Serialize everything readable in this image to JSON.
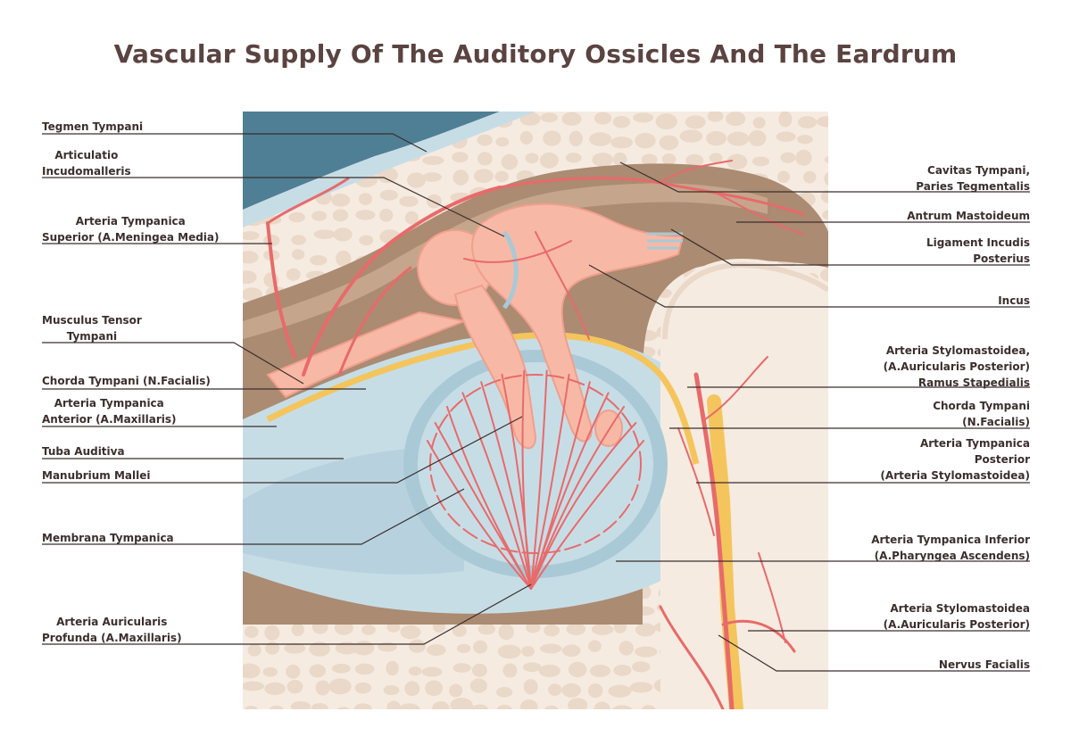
{
  "title": "Vascular Supply Of The Auditory Ossicles And The Eardrum",
  "labels_left": [
    {
      "id": "tegmen-tympani",
      "lines": [
        "Tegmen Tympani"
      ]
    },
    {
      "id": "articulatio-incudomalleris",
      "lines": [
        "Articulatio",
        "Incudomalleris"
      ]
    },
    {
      "id": "arteria-tympanica-superior",
      "lines": [
        "Arteria Tympanica",
        "Superior (A.Meningea Media)"
      ]
    },
    {
      "id": "musculus-tensor-tympani",
      "lines": [
        "Musculus Tensor",
        "Tympani"
      ]
    },
    {
      "id": "chorda-tympani-left",
      "lines": [
        "Chorda Tympani (N.Facialis)"
      ]
    },
    {
      "id": "arteria-tympanica-anterior",
      "lines": [
        "Arteria Tympanica",
        "Anterior (A.Maxillaris)"
      ]
    },
    {
      "id": "tuba-auditiva",
      "lines": [
        "Tuba Auditiva"
      ]
    },
    {
      "id": "manubrium-mallei",
      "lines": [
        "Manubrium Mallei"
      ]
    },
    {
      "id": "membrana-tympanica",
      "lines": [
        "Membrana Tympanica"
      ]
    },
    {
      "id": "arteria-auricularis-profunda",
      "lines": [
        "Arteria Auricularis",
        "Profunda (A.Maxillaris)"
      ]
    }
  ],
  "labels_right": [
    {
      "id": "cavitas-tympani",
      "lines": [
        "Cavitas Tympani,",
        "Paries Tegmentalis"
      ]
    },
    {
      "id": "antrum-mastoideum",
      "lines": [
        "Antrum Mastoideum"
      ]
    },
    {
      "id": "ligament-incudis",
      "lines": [
        "Ligament Incudis",
        "Posterius"
      ]
    },
    {
      "id": "incus",
      "lines": [
        "Incus"
      ]
    },
    {
      "id": "arteria-stylomastoidea-ramus",
      "lines": [
        "Arteria Stylomastoidea,",
        "(A.Auricularis Posterior)",
        "Ramus Stapedialis"
      ]
    },
    {
      "id": "chorda-tympani-right",
      "lines": [
        "Chorda Tympani",
        "(N.Facialis)"
      ]
    },
    {
      "id": "arteria-tympanica-posterior",
      "lines": [
        "Arteria Tympanica",
        "Posterior",
        "(Arteria Stylomastoidea)"
      ]
    },
    {
      "id": "arteria-tympanica-inferior",
      "lines": [
        "Arteria Tympanica Inferior",
        "(A.Pharyngea Ascendens)"
      ]
    },
    {
      "id": "arteria-stylomastoidea",
      "lines": [
        "Arteria Stylomastoidea",
        "(A.Auricularis Posterior)"
      ]
    },
    {
      "id": "nervus-facialis",
      "lines": [
        "Nervus Facialis"
      ]
    }
  ],
  "colors": {
    "title": "#5a4340",
    "text": "#3b2f2d",
    "leader": "#3b2f2d",
    "bone": "#f6ebe1",
    "bone_cell": "#ead8c8",
    "cavity": "#ab8b72",
    "fluid": "#c7dde6",
    "drum": "#a9c9d6",
    "ossicle": "#f7b9a6",
    "artery": "#e86a6a",
    "nerve": "#f4c55c",
    "dark_teal": "#4f7f95"
  }
}
